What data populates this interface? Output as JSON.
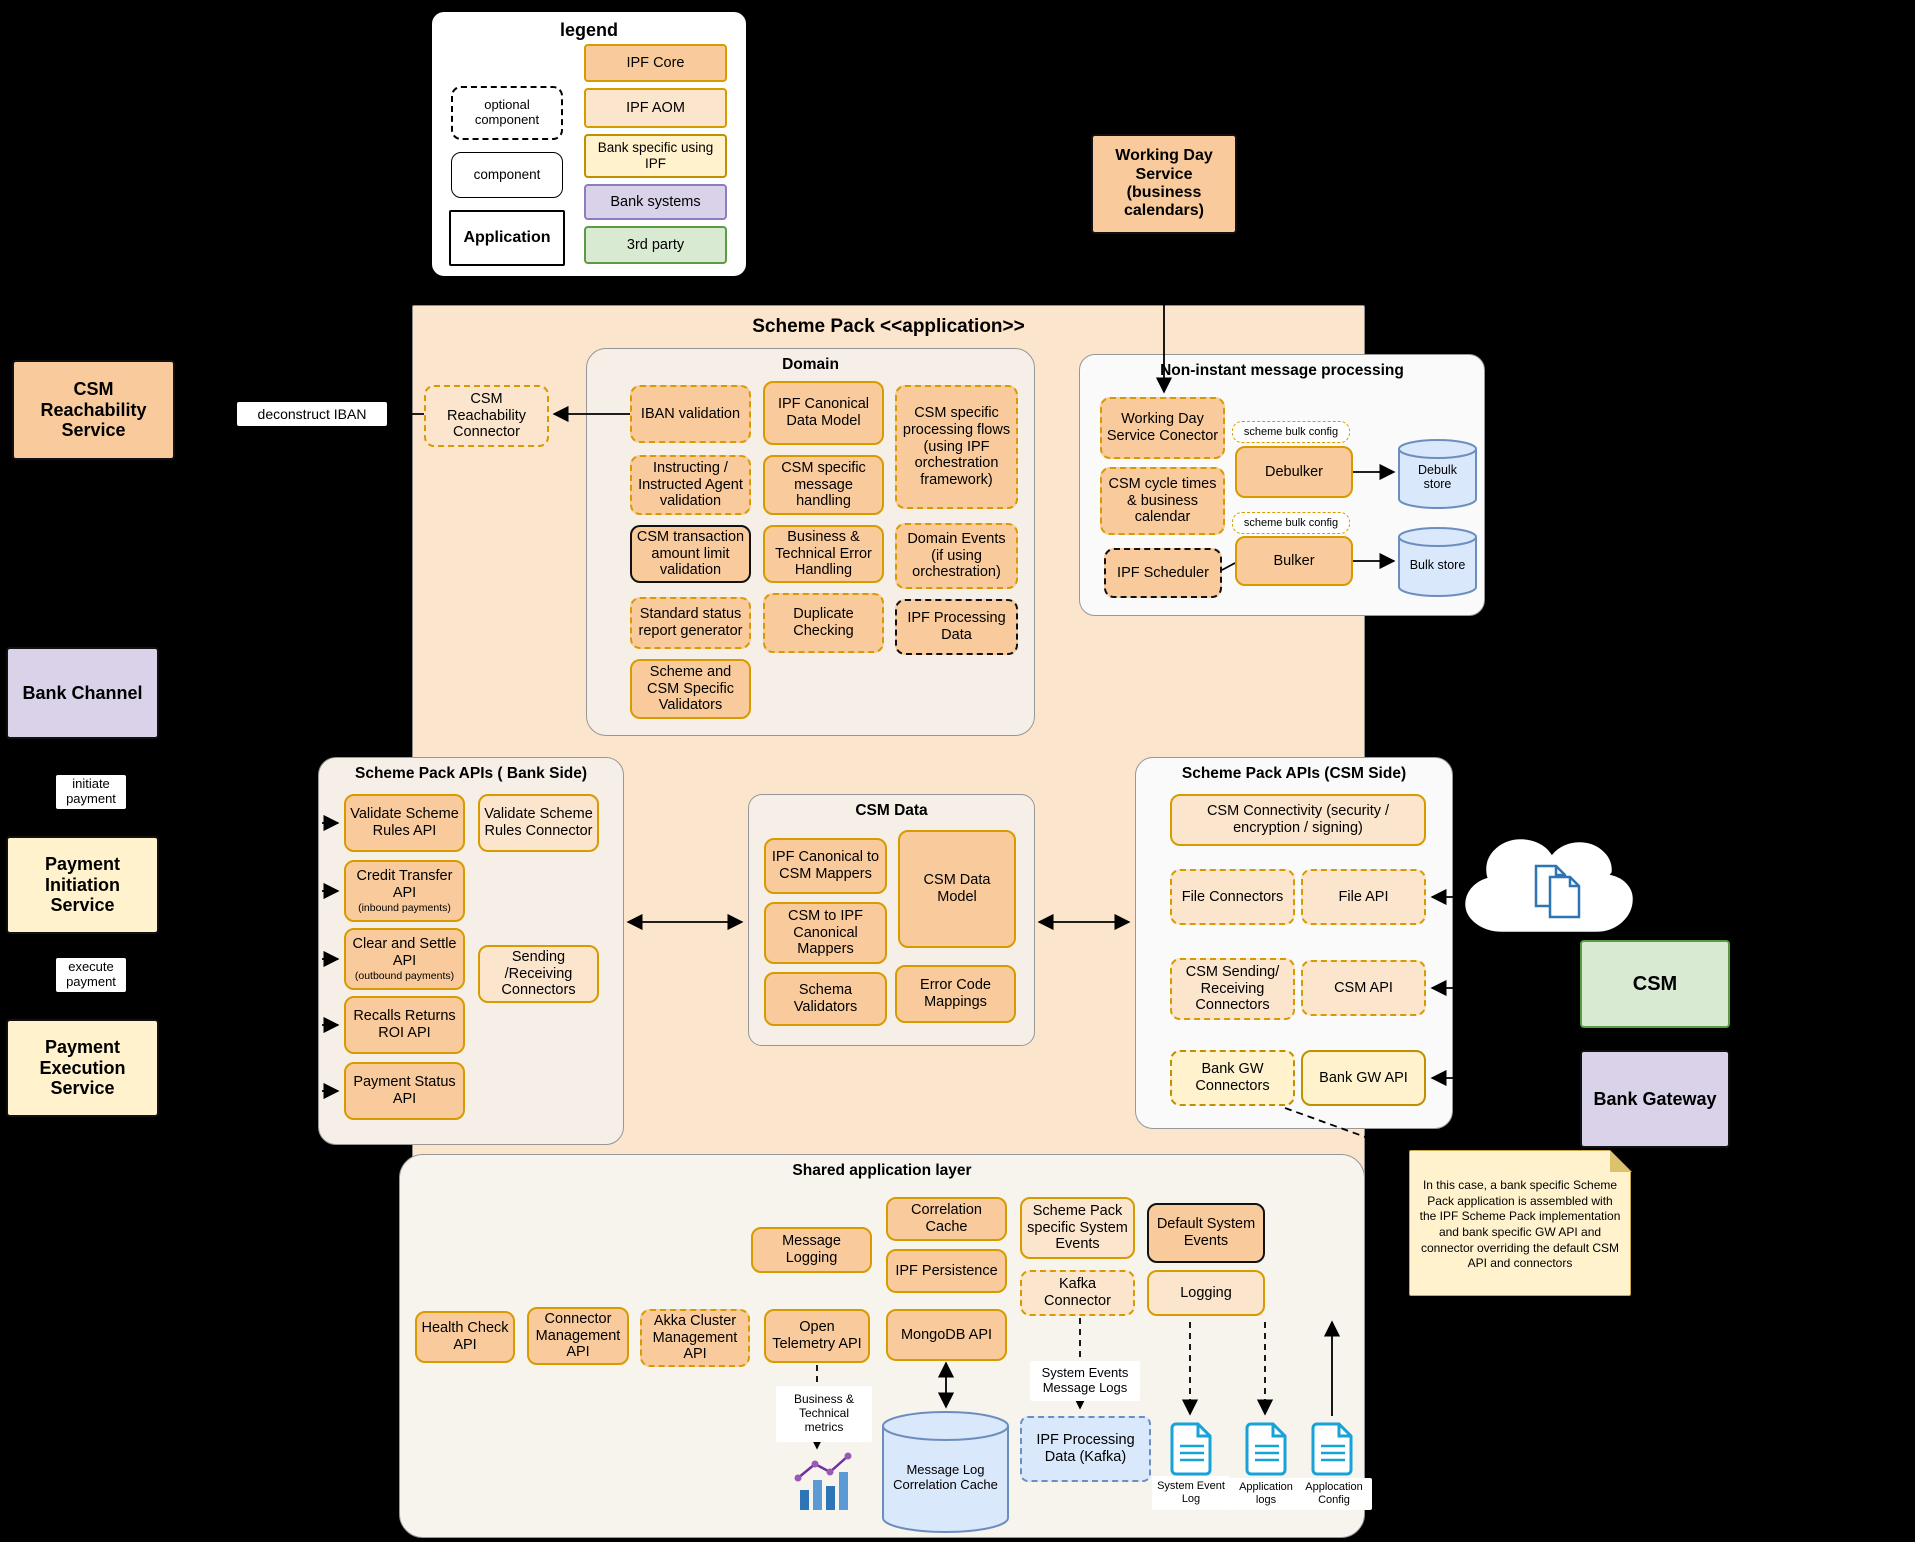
{
  "colors": {
    "ipf_core": "#f9cb9c",
    "ipf_aom": "#fce5cd",
    "bank_specific": "#fff2cc",
    "bank_systems": "#d9d2e9",
    "third_party": "#d9ead3",
    "data_store": "#dae8fc",
    "scheme_pack_bg": "#fce5cd"
  },
  "legend": {
    "title": "legend",
    "optional": "optional component",
    "component": "component",
    "application": "Application",
    "ipf_core": "IPF Core",
    "ipf_aom": "IPF AOM",
    "bank_specific": "Bank specific using IPF",
    "bank_systems": "Bank systems",
    "third_party": "3rd party"
  },
  "left": {
    "csm_reachability_service": "CSM Reachability Service",
    "deconstruct_iban": "deconstruct IBAN",
    "bank_channel": "Bank Channel",
    "initiate_payment": "initiate payment",
    "payment_initiation_service": "Payment Initiation Service",
    "execute_payment": "execute payment",
    "payment_execution_service": "Payment Execution Service"
  },
  "working_day_service": "Working Day Service (business calendars)",
  "scheme_pack_title": "Scheme Pack <<application>>",
  "domain": {
    "title": "Domain",
    "csm_reachability_connector": "CSM Reachability Connector",
    "iban_validation": "IBAN validation",
    "ipf_canonical_data_model": "IPF Canonical Data Model",
    "csm_processing_flows": "CSM specific processing flows (using IPF orchestration framework)",
    "instructing_agent_validation": "Instructing / Instructed Agent validation",
    "csm_message_handling": "CSM specific message handling",
    "csm_transaction_limit": "CSM transaction amount limit validation",
    "business_technical_error": "Business & Technical Error Handling",
    "domain_events": "Domain Events (if using orchestration)",
    "standard_status_report": "Standard status report generator",
    "duplicate_checking": "Duplicate Checking",
    "ipf_processing_data": "IPF Processing Data",
    "scheme_csm_validators": "Scheme and CSM Specific Validators"
  },
  "non_instant": {
    "title": "Non-instant message processing",
    "working_day_connector": "Working Day Service Conector",
    "scheme_bulk_config": "scheme bulk config",
    "debulker": "Debulker",
    "debulk_store": "Debulk store",
    "csm_cycle_times": "CSM cycle times & business calendar",
    "bulker": "Bulker",
    "bulk_store": "Bulk store",
    "ipf_scheduler": "IPF Scheduler"
  },
  "bank_side": {
    "title": "Scheme Pack APIs ( Bank Side)",
    "validate_api": "Validate Scheme Rules API",
    "validate_connector": "Validate Scheme Rules Connector",
    "credit_transfer": {
      "label": "Credit Transfer API",
      "sub": "(inbound payments)"
    },
    "clear_settle": {
      "label": "Clear and Settle API",
      "sub": "(outbound payments)"
    },
    "sending_receiving": "Sending /Receiving Connectors",
    "recalls": "Recalls Returns ROI API",
    "payment_status": "Payment Status API"
  },
  "csm_data": {
    "title": "CSM Data",
    "ipf_to_csm": "IPF Canonical to CSM Mappers",
    "model": "CSM Data Model",
    "csm_to_ipf": "CSM to IPF Canonical Mappers",
    "schema_validators": "Schema Validators",
    "error_code_mappings": "Error Code Mappings"
  },
  "csm_side": {
    "title": "Scheme Pack APIs (CSM Side)",
    "connectivity": "CSM Connectivity (security / encryption / signing)",
    "file_connectors": "File Connectors",
    "file_api": "File API",
    "csm_sending": "CSM Sending/ Receiving Connectors",
    "csm_api": "CSM API",
    "bank_gw_connectors": "Bank GW Connectors",
    "bank_gw_api": "Bank GW API"
  },
  "shared": {
    "title": "Shared application layer",
    "message_logging": "Message Logging",
    "correlation_cache": "Correlation Cache",
    "sp_system_events": "Scheme Pack specific System Events",
    "default_system_events": "Default System Events",
    "ipf_persistence": "IPF Persistence",
    "kafka_connector": "Kafka Connector",
    "logging": "Logging",
    "health_check": "Health Check API",
    "connector_mgmt": "Connector Management API",
    "akka_mgmt": "Akka Cluster Management API",
    "open_telemetry": "Open Telemetry API",
    "mongodb": "MongoDB API",
    "metrics_label": "Business & Technical metrics",
    "message_log_cache": "Message Log Correlation Cache",
    "ipf_processing_kafka": "IPF Processing Data (Kafka)",
    "events_logs_label": "System Events Message Logs",
    "system_event_log": "System Event Log",
    "application_logs": "Application logs",
    "application_config": "Applocation Config"
  },
  "right": {
    "csm": "CSM",
    "bank_gateway": "Bank Gateway",
    "note": "In this case, a bank specific Scheme Pack application is assembled with the IPF Scheme Pack implementation and bank specific GW API and connector overriding the default CSM API and connectors"
  }
}
